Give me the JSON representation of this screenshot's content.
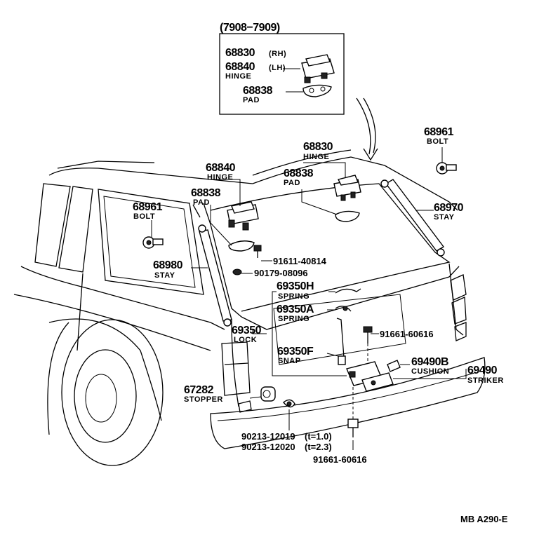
{
  "inset": {
    "range": "(7908−7909)",
    "hinge_rh": {
      "number": "68830",
      "suffix": "(RH)"
    },
    "hinge_lh": {
      "number": "68840",
      "suffix": "(LH)",
      "name": "HINGE"
    },
    "pad": {
      "number": "68838",
      "name": "PAD"
    }
  },
  "parts": {
    "bolt_right": {
      "number": "68961",
      "name": "BOLT"
    },
    "hinge_rh": {
      "number": "68830",
      "name": "HINGE"
    },
    "hinge_lh": {
      "number": "68840",
      "name": "HINGE"
    },
    "pad_rh": {
      "number": "68838",
      "name": "PAD"
    },
    "pad_lh": {
      "number": "68838",
      "name": "PAD"
    },
    "bolt_left": {
      "number": "68961",
      "name": "BOLT"
    },
    "stay_right": {
      "number": "68970",
      "name": "STAY"
    },
    "bolt_91611": {
      "number": "91611-40814"
    },
    "nut_90179": {
      "number": "90179-08096"
    },
    "stay_left": {
      "number": "68980",
      "name": "STAY"
    },
    "spring_h": {
      "number": "69350H",
      "name": "SPRING"
    },
    "spring_a": {
      "number": "69350A",
      "name": "SPRING"
    },
    "lock": {
      "number": "69350",
      "name": "LOCK"
    },
    "bolt_91661_top": {
      "number": "91661-60616"
    },
    "snap": {
      "number": "69350F",
      "name": "SNAP"
    },
    "cushion": {
      "number": "69490B",
      "name": "CUSHION"
    },
    "striker": {
      "number": "69490",
      "name": "STRIKER"
    },
    "stopper": {
      "number": "67282",
      "name": "STOPPER"
    },
    "shim_1": {
      "number": "90213-12019",
      "note": "(t=1.0)"
    },
    "shim_2": {
      "number": "90213-12020",
      "note": "(t=2.3)"
    },
    "bolt_91661_bottom": {
      "number": "91661-60616"
    }
  },
  "footer": {
    "code": "MB A290-E"
  }
}
